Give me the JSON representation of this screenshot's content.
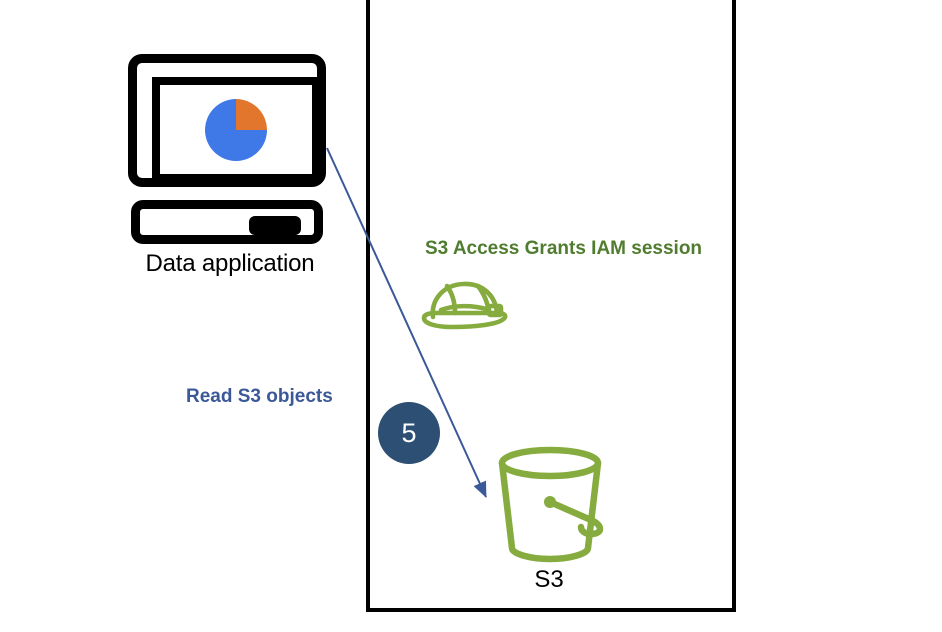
{
  "diagram": {
    "type": "architecture-flow",
    "background_color": "#ffffff",
    "boundary_box": {
      "name": "aws-boundary-box",
      "border_color": "#000000",
      "border_width": 4
    },
    "nodes": [
      {
        "id": "data-application",
        "label": "Data application",
        "icon": "computer-monitor-pie-chart-icon",
        "label_color": "#000000",
        "pie": {
          "blue_color": "#3f79e8",
          "orange_color": "#e2762c",
          "blue_percent": 75,
          "orange_percent": 25
        }
      },
      {
        "id": "iam-session",
        "label": "S3 Access Grants IAM session",
        "icon": "hard-hat-icon",
        "label_color": "#4f7c2f",
        "icon_color": "#86ab3f"
      },
      {
        "id": "s3",
        "label": "S3",
        "icon": "s3-bucket-icon",
        "label_color": "#000000",
        "icon_color": "#86ab3f"
      }
    ],
    "edges": [
      {
        "id": "read-edge",
        "label": "Read S3 objects",
        "step_number": "5",
        "color": "#3b5998",
        "badge_color": "#2d4f74",
        "badge_text_color": "#ffffff",
        "from": "data-application",
        "to": "s3"
      }
    ]
  },
  "labels": {
    "data_application": "Data application",
    "read_s3_objects": "Read S3 objects",
    "iam_session": "S3 Access Grants IAM session",
    "s3": "S3",
    "step_number": "5"
  }
}
